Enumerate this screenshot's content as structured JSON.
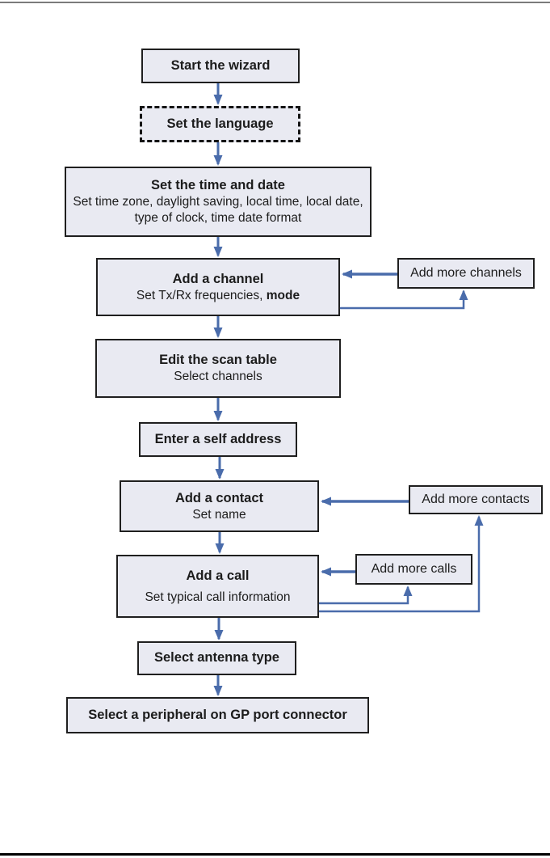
{
  "page": {
    "background": "#ffffff",
    "top_rule_color": "#7b7b7b",
    "bottom_rule_color": "#000000"
  },
  "flowchart": {
    "accent_color": "#4a6cab",
    "node_fill": "#e9eaf2",
    "node_border_color": "#1f1f1f",
    "nodes": {
      "start": {
        "title": "Start the wizard"
      },
      "language": {
        "title": "Set the language"
      },
      "time_date": {
        "title": "Set the time and date",
        "body": "Set time zone, daylight saving, local time, local date, type of clock, time date format"
      },
      "channel": {
        "title": "Add a channel",
        "body_regular": "Set Tx/Rx frequencies, ",
        "body_bold": "mode"
      },
      "more_channels": {
        "label": "Add more channels"
      },
      "scan_table": {
        "title": "Edit the scan table",
        "body": "Select channels"
      },
      "self_address": {
        "title": "Enter a self address"
      },
      "contact": {
        "title": "Add a contact",
        "body": "Set name"
      },
      "more_contacts": {
        "label": "Add more contacts"
      },
      "call": {
        "title": "Add a call",
        "body": "Set typical call information"
      },
      "more_calls": {
        "label": "Add more calls"
      },
      "antenna": {
        "title": "Select antenna type"
      },
      "peripheral": {
        "title": "Select a peripheral on GP port connector"
      }
    }
  }
}
